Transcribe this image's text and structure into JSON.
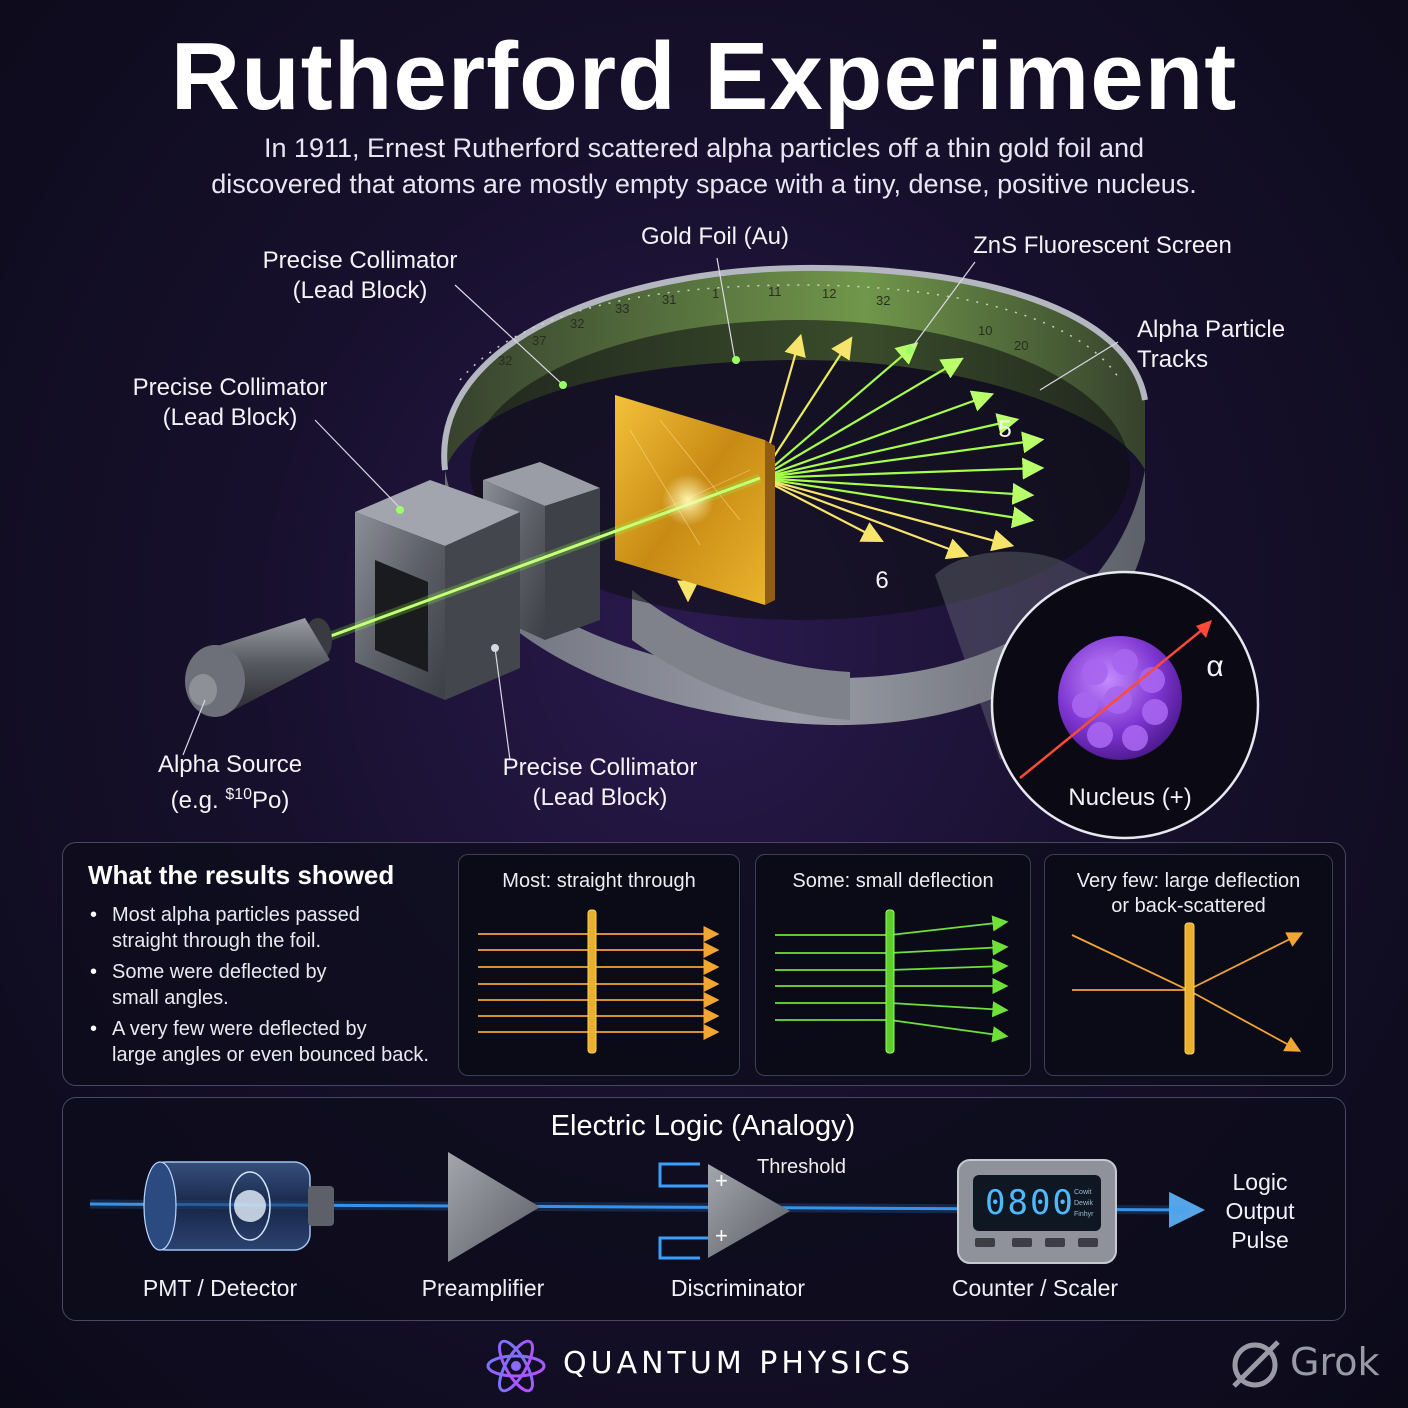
{
  "header": {
    "title": "Rutherford Experiment",
    "subtitle_line1": "In 1911, Ernest Rutherford scattered alpha particles off a thin gold foil and",
    "subtitle_line2": "discovered that atoms are mostly empty space with a tiny, dense, positive nucleus."
  },
  "labels": {
    "collimator_top_l1": "Precise Collimator",
    "collimator_top_l2": "(Lead Block)",
    "collimator_left_l1": "Precise Collimator",
    "collimator_left_l2": "(Lead Block)",
    "collimator_bottom_l1": "Precise Collimator",
    "collimator_bottom_l2": "(Lead Block)",
    "gold_foil": "Gold Foil (Au)",
    "zns_screen": "ZnS Fluorescent Screen",
    "alpha_tracks_l1": "Alpha Particle",
    "alpha_tracks_l2": "Tracks",
    "alpha_source_l1": "Alpha Source",
    "alpha_source_l2_prefix": "(e.g. ",
    "alpha_source_l2_sup": "$10",
    "alpha_source_l2_suffix": "Po)",
    "nucleus": "Nucleus (+)",
    "alpha_symbol": "α",
    "marker_5": "5",
    "marker_6": "6"
  },
  "scale_ticks": [
    "32",
    "37",
    "32",
    "33",
    "31",
    "1",
    "11",
    "12",
    "32",
    "10",
    "20"
  ],
  "results": {
    "title": "What the results showed",
    "bullets": [
      "Most alpha particles passed straight through the foil.",
      "Some were deflected by small angles.",
      "A very few were deflected by large angles or even bounced back."
    ],
    "bullet_lines": [
      [
        "Most alpha particles passed",
        "straight through the foil."
      ],
      [
        "Some were deflected by",
        "small angles."
      ],
      [
        "A very few were deflected by",
        "large angles or even bounced back."
      ]
    ],
    "panels": [
      {
        "caption_l1": "Most: straight through",
        "caption_l2": "",
        "color": "#f2a531"
      },
      {
        "caption_l1": "Some: small deflection",
        "caption_l2": "",
        "color": "#6fe03a"
      },
      {
        "caption_l1": "Very few: large deflection",
        "caption_l2": "or back-scattered",
        "color": "#f2a531"
      }
    ]
  },
  "logic": {
    "title": "Electric Logic (Analogy)",
    "stages": [
      "PMT / Detector",
      "Preamplifier",
      "Discriminator",
      "Counter / Scaler"
    ],
    "threshold": "Threshold",
    "plus_top": "+",
    "plus_bottom": "+",
    "counter_display": "0800",
    "counter_side_1": "Cowit",
    "counter_side_2": "Dewik",
    "counter_side_3": "Finhyr",
    "output_l1": "Logic",
    "output_l2": "Output",
    "output_l3": "Pulse"
  },
  "footer": {
    "brand": "QUANTUM PHYSICS",
    "watermark": "Grok"
  },
  "colors": {
    "beam_green": "#8cff3a",
    "foil_gold": "#e0a826",
    "nucleus_purple": "#8a3fd8",
    "signal_blue": "#3aa0ff",
    "panel_border": "#4a4860"
  }
}
